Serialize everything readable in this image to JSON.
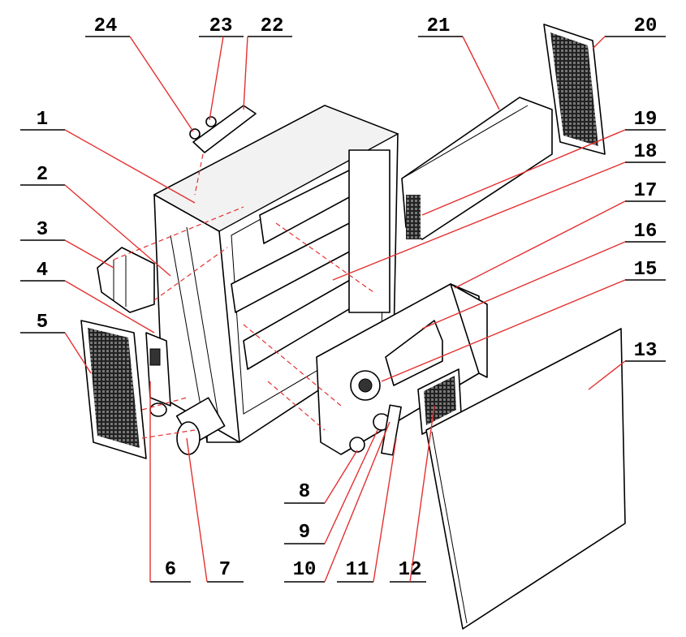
{
  "labels": [
    "1",
    "2",
    "3",
    "4",
    "5",
    "6",
    "7",
    "8",
    "9",
    "10",
    "11",
    "12",
    "13",
    "15",
    "16",
    "17",
    "18",
    "19",
    "20",
    "21",
    "22",
    "23",
    "24"
  ],
  "colors": {
    "leader_line": "#e53030",
    "outline": "#000000"
  }
}
